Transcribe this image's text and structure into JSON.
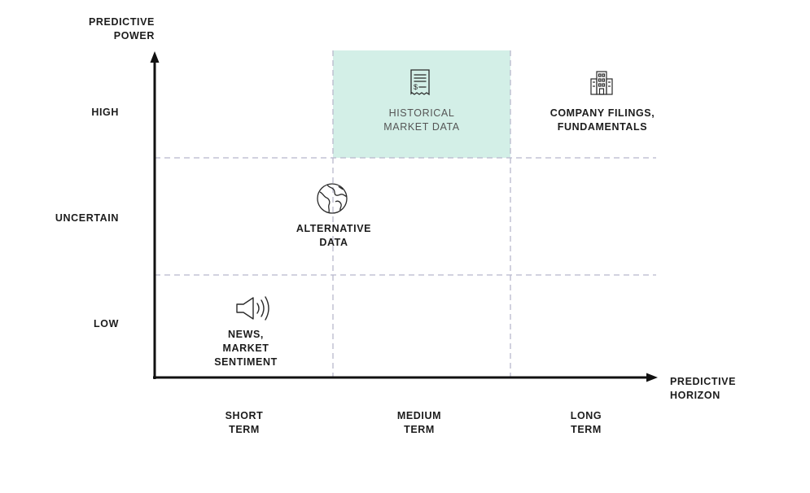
{
  "axes": {
    "y_title": "PREDICTIVE\nPOWER",
    "x_title": "PREDICTIVE\nHORIZON",
    "y_levels": [
      "HIGH",
      "UNCERTAIN",
      "LOW"
    ],
    "x_levels": [
      "SHORT\nTERM",
      "MEDIUM\nTERM",
      "LONG\nTERM"
    ]
  },
  "items": {
    "historical": {
      "label": "HISTORICAL\nMARKET DATA",
      "icon": "document-icon"
    },
    "filings": {
      "label": "COMPANY FILINGS,\nFUNDAMENTALS",
      "icon": "building-icon"
    },
    "alternative": {
      "label": "ALTERNATIVE\nDATA",
      "icon": "globe-icon"
    },
    "news": {
      "label": "NEWS,\nMARKET\nSENTIMENT",
      "icon": "speaker-icon"
    }
  },
  "colors": {
    "highlight": "#d3efe7",
    "grid": "#b8b8cc",
    "axis": "#111111"
  },
  "footnote": ""
}
